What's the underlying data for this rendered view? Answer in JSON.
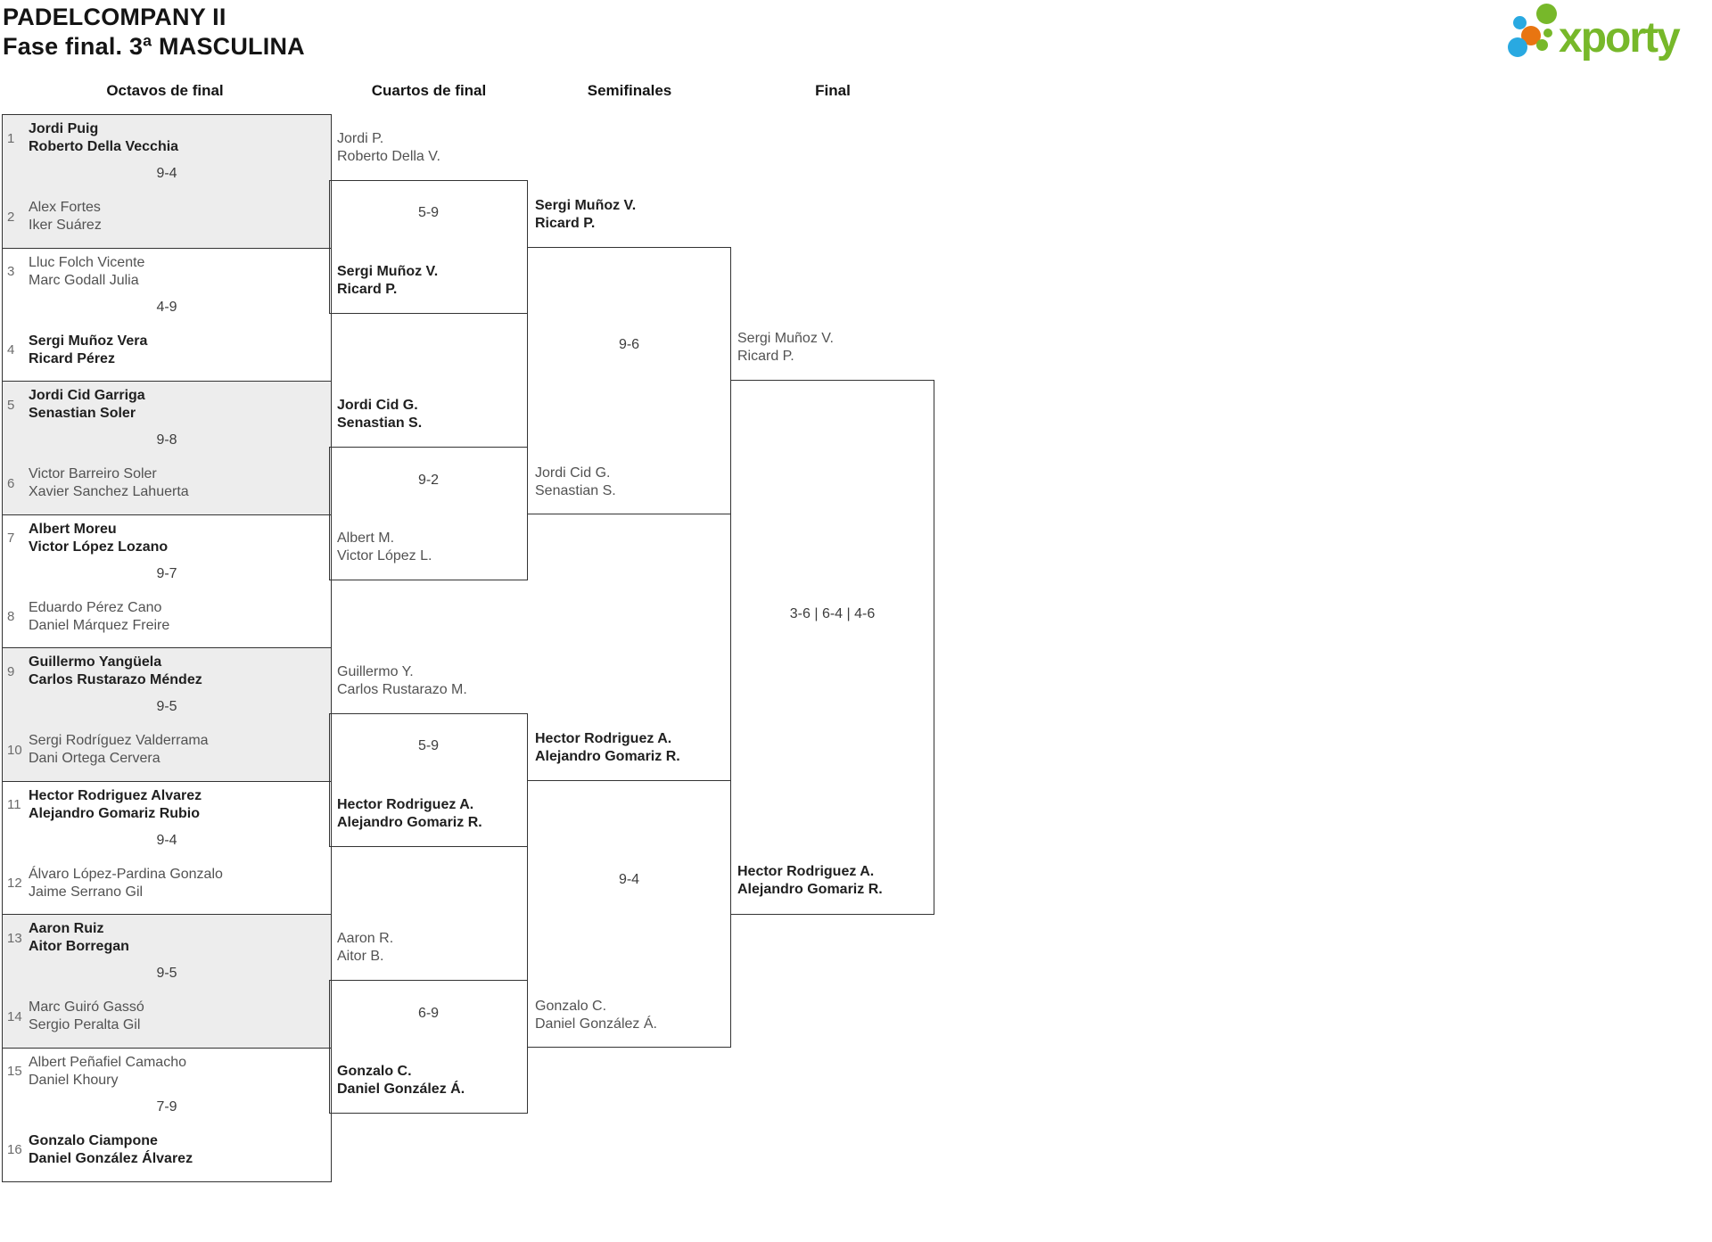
{
  "tournament": {
    "title": "PADELCOMPANY II",
    "subtitle": "Fase final. 3ª MASCULINA"
  },
  "logo": {
    "text": "xporty",
    "brand_green": "#77b82a",
    "brand_blue": "#29a9e1",
    "brand_orange": "#e87511"
  },
  "round_headers": [
    "Octavos de final",
    "Cuartos de final",
    "Semifinales",
    "Final"
  ],
  "octavos": [
    {
      "seed1": "1",
      "seed2": "2",
      "t1p1": "Jordi Puig",
      "t1p2": "Roberto Della Vecchia",
      "t2p1": "Alex Fortes",
      "t2p2": "Iker Suárez",
      "score": "9-4",
      "winner": "top"
    },
    {
      "seed1": "3",
      "seed2": "4",
      "t1p1": "Lluc Folch Vicente",
      "t1p2": "Marc Godall Julia",
      "t2p1": "Sergi Muñoz Vera",
      "t2p2": "Ricard Pérez",
      "score": "4-9",
      "winner": "bottom"
    },
    {
      "seed1": "5",
      "seed2": "6",
      "t1p1": "Jordi Cid Garriga",
      "t1p2": "Senastian Soler",
      "t2p1": "Victor Barreiro Soler",
      "t2p2": "Xavier Sanchez Lahuerta",
      "score": "9-8",
      "winner": "top"
    },
    {
      "seed1": "7",
      "seed2": "8",
      "t1p1": "Albert Moreu",
      "t1p2": "Victor López Lozano",
      "t2p1": "Eduardo Pérez Cano",
      "t2p2": "Daniel Márquez Freire",
      "score": "9-7",
      "winner": "top"
    },
    {
      "seed1": "9",
      "seed2": "10",
      "t1p1": "Guillermo Yangüela",
      "t1p2": "Carlos Rustarazo Méndez",
      "t2p1": "Sergi Rodríguez Valderrama",
      "t2p2": "Dani Ortega Cervera",
      "score": "9-5",
      "winner": "top"
    },
    {
      "seed1": "11",
      "seed2": "12",
      "t1p1": "Hector Rodriguez Alvarez",
      "t1p2": "Alejandro Gomariz Rubio",
      "t2p1": "Álvaro López-Pardina Gonzalo",
      "t2p2": "Jaime Serrano Gil",
      "score": "9-4",
      "winner": "top"
    },
    {
      "seed1": "13",
      "seed2": "14",
      "t1p1": "Aaron Ruiz",
      "t1p2": "Aitor Borregan",
      "t2p1": "Marc Guiró Gassó",
      "t2p2": "Sergio Peralta Gil",
      "score": "9-5",
      "winner": "top"
    },
    {
      "seed1": "15",
      "seed2": "16",
      "t1p1": "Albert Peñafiel Camacho",
      "t1p2": "Daniel Khoury",
      "t2p1": "Gonzalo Ciampone",
      "t2p2": "Daniel González Álvarez",
      "score": "7-9",
      "winner": "bottom"
    }
  ],
  "cuartos": [
    {
      "t1p1": "Jordi P.",
      "t1p2": "Roberto Della V.",
      "t2p1": "Sergi Muñoz V.",
      "t2p2": "Ricard P.",
      "score": "5-9",
      "winner": "bottom"
    },
    {
      "t1p1": "Jordi Cid G.",
      "t1p2": "Senastian S.",
      "t2p1": "Albert M.",
      "t2p2": "Victor López L.",
      "score": "9-2",
      "winner": "top"
    },
    {
      "t1p1": "Guillermo Y.",
      "t1p2": "Carlos Rustarazo M.",
      "t2p1": "Hector Rodriguez A.",
      "t2p2": "Alejandro Gomariz R.",
      "score": "5-9",
      "winner": "bottom"
    },
    {
      "t1p1": "Aaron R.",
      "t1p2": "Aitor B.",
      "t2p1": "Gonzalo C.",
      "t2p2": "Daniel González Á.",
      "score": "6-9",
      "winner": "bottom"
    }
  ],
  "semifinales": [
    {
      "t1p1": "Sergi Muñoz V.",
      "t1p2": "Ricard P.",
      "t2p1": "Jordi Cid G.",
      "t2p2": "Senastian S.",
      "score": "9-6",
      "winner": "top"
    },
    {
      "t1p1": "Hector Rodriguez A.",
      "t1p2": "Alejandro Gomariz R.",
      "t2p1": "Gonzalo C.",
      "t2p2": "Daniel González Á.",
      "score": "9-4",
      "winner": "top"
    }
  ],
  "final": {
    "t1p1": "Sergi Muñoz V.",
    "t1p2": "Ricard P.",
    "t2p1": "Hector Rodriguez A.",
    "t2p2": "Alejandro Gomariz R.",
    "score": "3-6 | 6-4 | 4-6",
    "winner": "bottom"
  }
}
